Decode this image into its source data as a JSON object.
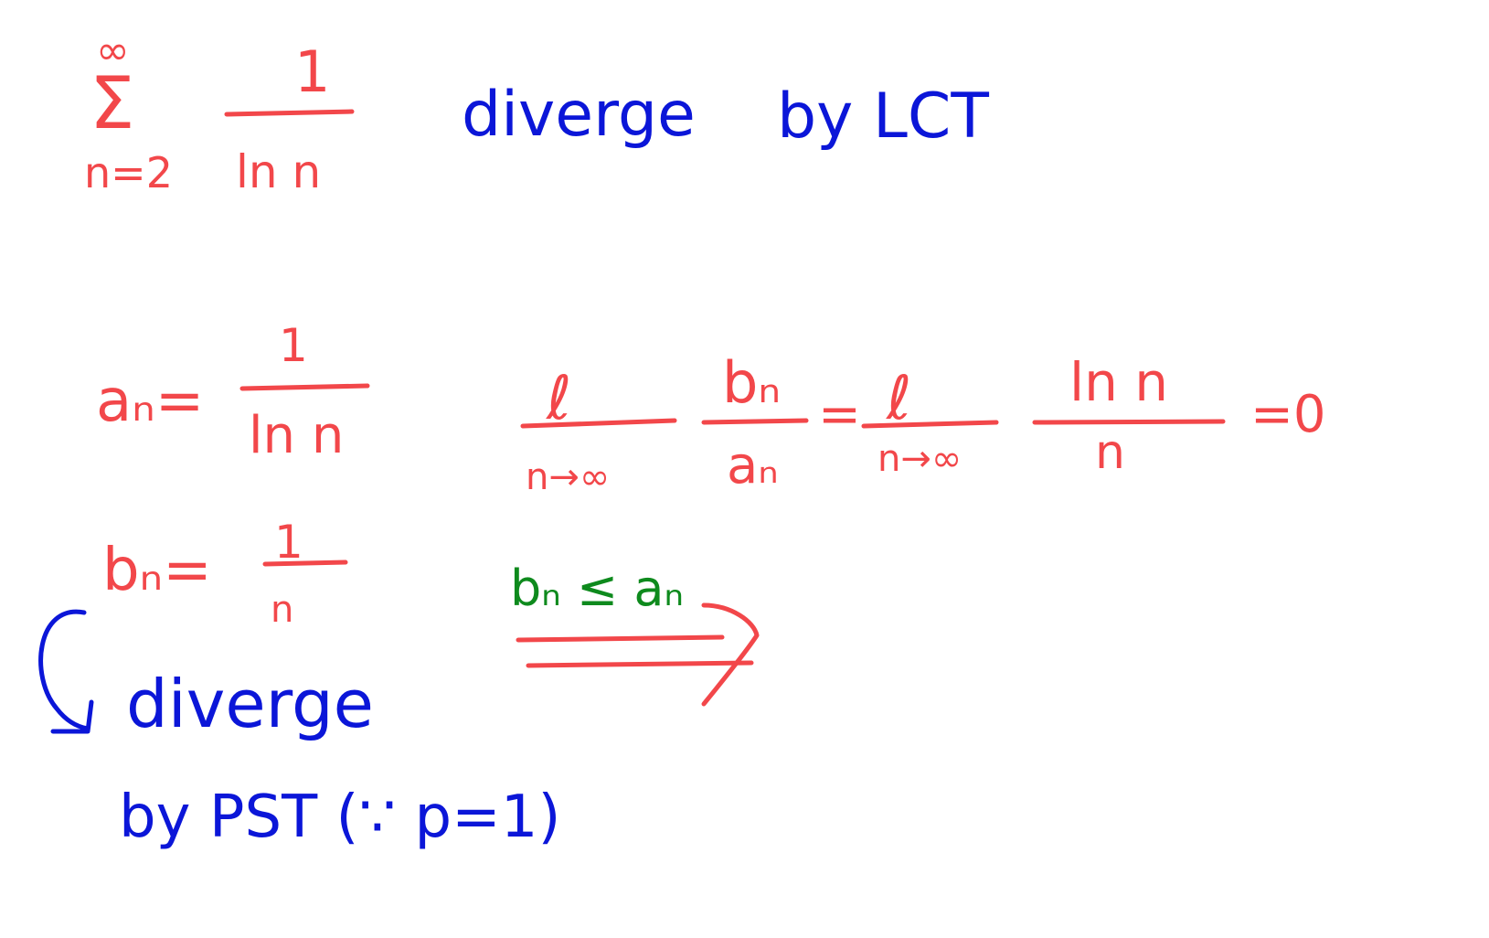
{
  "colors": {
    "red_ink": "#f2474a",
    "blue_ink": "#0b16d8",
    "green_ink": "#0e8a1d",
    "background": "#ffffff"
  },
  "series": {
    "sigma": "Σ",
    "upper_limit": "∞",
    "lower_limit": "n=2",
    "numerator": "1",
    "denominator": "ln n",
    "verdict": "diverge",
    "test": "by LCT"
  },
  "a_def": {
    "lhs": "aₙ=",
    "numerator": "1",
    "denominator": "ln n"
  },
  "b_def": {
    "lhs": "bₙ=",
    "numerator": "1",
    "denominator": "n"
  },
  "limit": {
    "lim1": "ℓ",
    "sub1": "n→∞",
    "frac1_num": "bₙ",
    "frac1_den": "aₙ",
    "eq1": "=",
    "lim2": "ℓ",
    "sub2": "n→∞",
    "frac2_num": "ln n",
    "frac2_den": "n",
    "result": "=0"
  },
  "implication": {
    "condition": "bₙ ≤ aₙ"
  },
  "b_note": {
    "verdict": "diverge",
    "reason": "by PST (∵ p=1)"
  }
}
